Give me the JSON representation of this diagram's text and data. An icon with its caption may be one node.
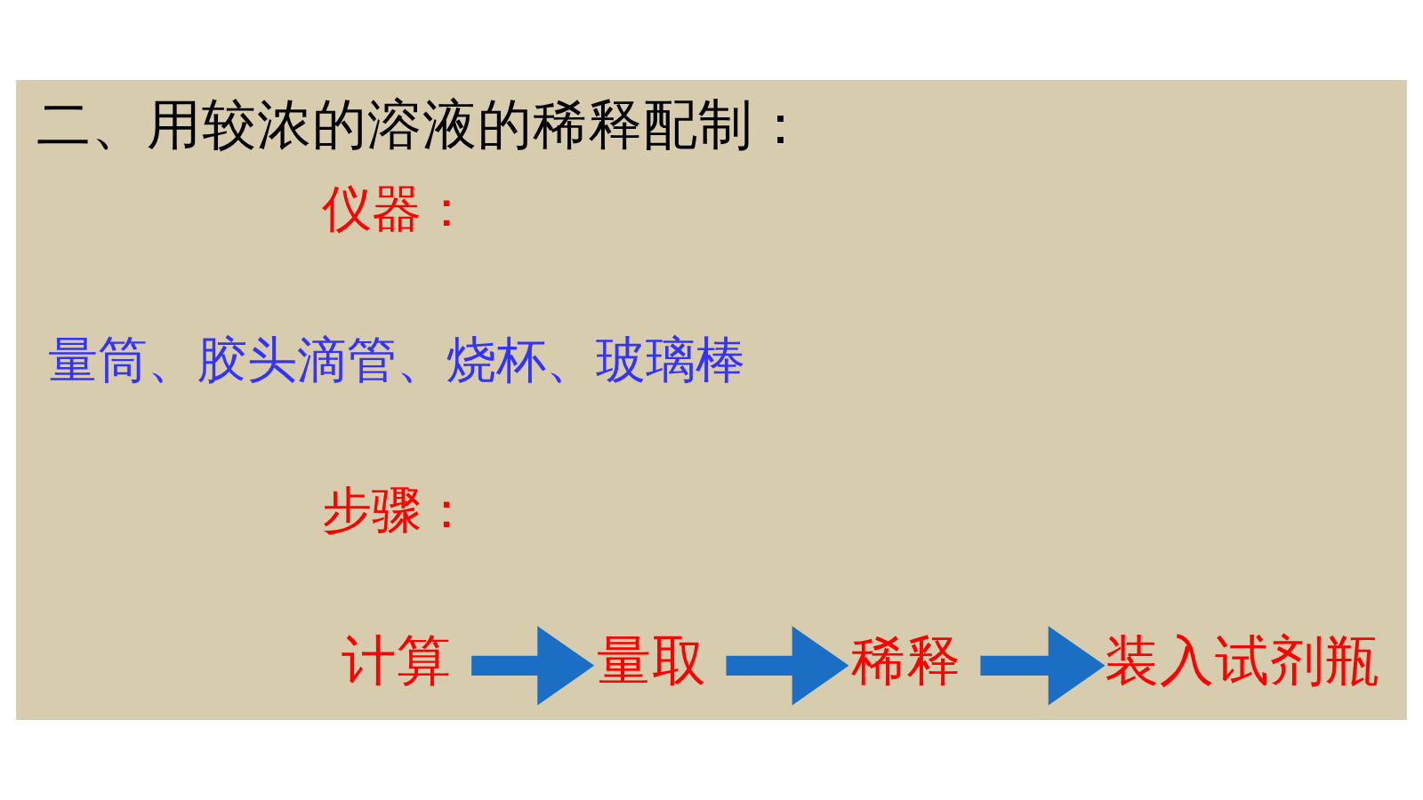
{
  "diagram": {
    "title": "二、用较浓的溶液的稀释配制：",
    "nodes": [
      {
        "text": [
          "计算"
        ]
      },
      {
        "text": [
          "量取"
        ]
      },
      {
        "text": [
          "稀释"
        ]
      },
      {
        "text": [
          "装入试剂瓶"
        ]
      }
    ],
    "edges": [
      {
        "from": 0,
        "to": 1,
        "arrow": "to"
      },
      {
        "from": 1,
        "to": 2,
        "arrow": "to"
      },
      {
        "from": 2,
        "to": 3,
        "arrow": "to"
      }
    ],
    "labels": [
      "仪器：",
      "量筒、胶头滴管、烧杯、玻璃棒",
      "步骤："
    ]
  }
}
